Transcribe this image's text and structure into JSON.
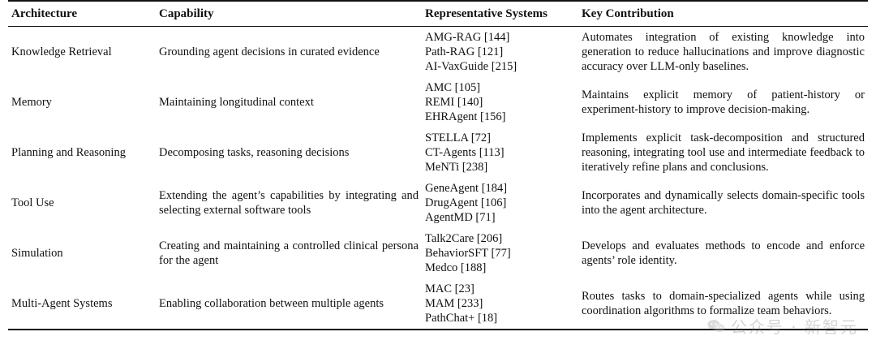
{
  "table": {
    "headers": {
      "architecture": "Architecture",
      "capability": "Capability",
      "systems": "Representative Systems",
      "contribution": "Key Contribution"
    },
    "rows": [
      {
        "architecture": "Knowledge Retrieval",
        "capability": "Grounding agent decisions in curated evidence",
        "systems": [
          "AMG-RAG [144]",
          "Path-RAG [121]",
          "AI-VaxGuide [215]"
        ],
        "contribution": "Automates integration of existing knowledge into generation to reduce hallucinations and improve diagnostic accuracy over LLM-only baselines."
      },
      {
        "architecture": "Memory",
        "capability": "Maintaining longitudinal context",
        "systems": [
          "AMC [105]",
          "REMI [140]",
          "EHRAgent [156]"
        ],
        "contribution": "Maintains explicit memory of patient-history or experiment-history to improve decision-making."
      },
      {
        "architecture": "Planning and Reasoning",
        "capability": "Decomposing tasks, reasoning decisions",
        "systems": [
          "STELLA [72]",
          "CT-Agents [113]",
          "MeNTi [238]"
        ],
        "contribution": "Implements explicit task-decomposition and structured reasoning, integrating tool use and intermediate feedback to iteratively refine plans and conclusions."
      },
      {
        "architecture": "Tool Use",
        "capability": "Extending the agent’s capabilities by integrating and selecting external software tools",
        "systems": [
          "GeneAgent [184]",
          "DrugAgent [106]",
          "AgentMD [71]"
        ],
        "contribution": "Incorporates and dynamically selects domain-specific tools into the agent architecture."
      },
      {
        "architecture": "Simulation",
        "capability": "Creating and maintaining a controlled clinical persona for the agent",
        "systems": [
          "Talk2Care [206]",
          "BehaviorSFT [77]",
          "Medco [188]"
        ],
        "contribution": "Develops and evaluates methods to encode and enforce agents’ role identity."
      },
      {
        "architecture": "Multi-Agent Systems",
        "capability": "Enabling collaboration between multiple agents",
        "systems": [
          "MAC [23]",
          "MAM [233]",
          "PathChat+ [18]"
        ],
        "contribution": "Routes tasks to domain-specialized agents while using coordination algorithms to formalize team behaviors."
      }
    ]
  },
  "watermark": {
    "icon": "wechat-icon",
    "text": "公众号 · 新智元"
  }
}
